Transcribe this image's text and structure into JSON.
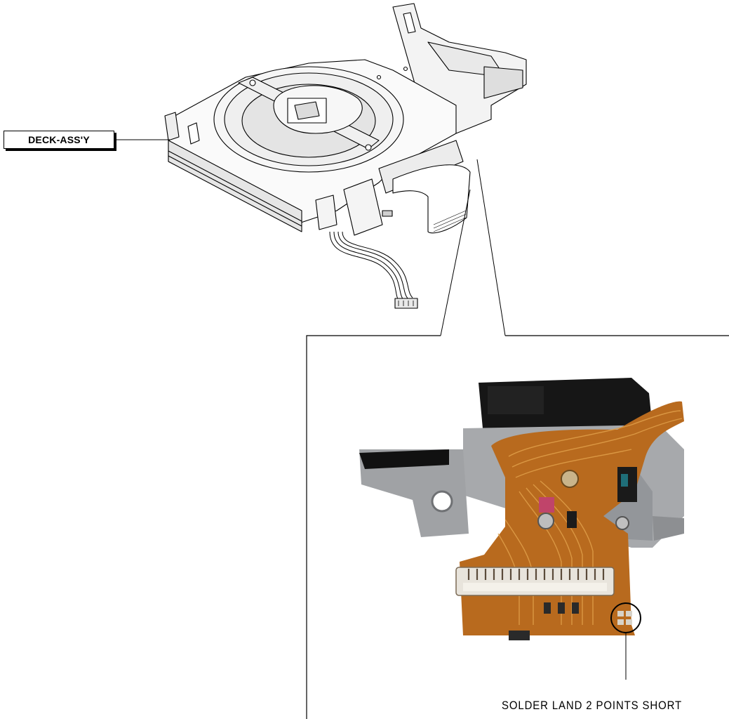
{
  "labels": {
    "deck_assy": "DECK-ASS'Y",
    "solder_note": "SOLDER LAND 2 POINTS SHORT"
  },
  "colors": {
    "line": "#000000",
    "flex_pcb": "#b86a1e",
    "flex_pcb_dark": "#7a3f0c",
    "metal": "#a9abae",
    "black_part": "#151515",
    "connector": "#e8e4dc"
  },
  "icons": [
    "deck-assembly-drawing",
    "optical-pickup-photo",
    "highlight-circle"
  ]
}
